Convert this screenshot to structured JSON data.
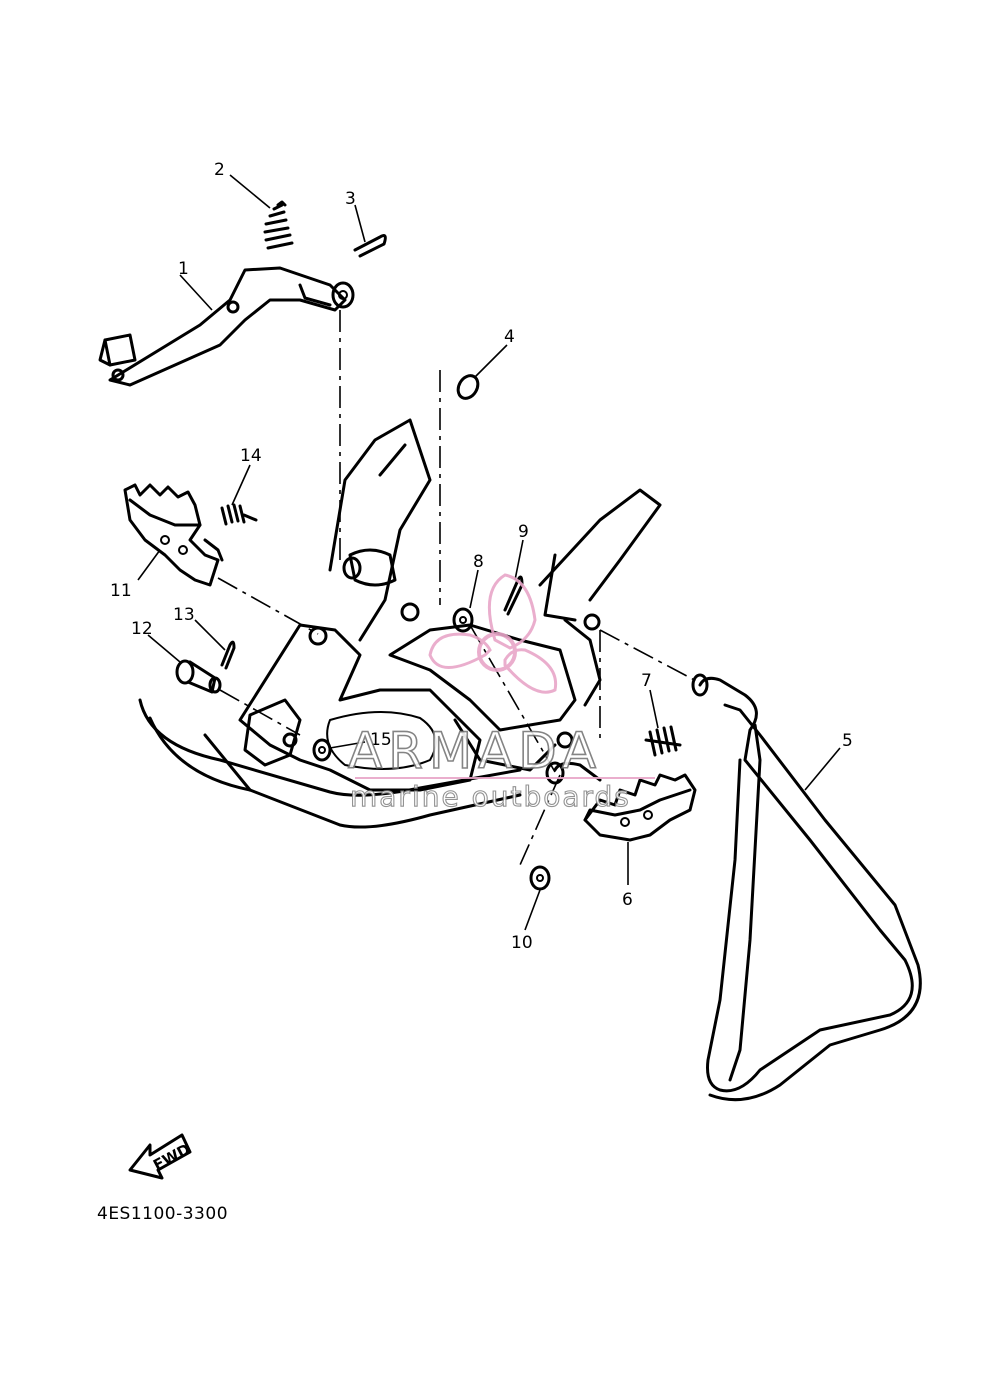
{
  "parts": [
    {
      "num": "1"
    },
    {
      "num": "2"
    },
    {
      "num": "3"
    },
    {
      "num": "4"
    },
    {
      "num": "5"
    },
    {
      "num": "6"
    },
    {
      "num": "7"
    },
    {
      "num": "8"
    },
    {
      "num": "9"
    },
    {
      "num": "10"
    },
    {
      "num": "11"
    },
    {
      "num": "12"
    },
    {
      "num": "13"
    },
    {
      "num": "14"
    },
    {
      "num": "15"
    }
  ],
  "fwd_label": "FWD",
  "diagram_code": "4ES1100-3300",
  "watermark": {
    "title": "ARMADA",
    "subtitle": "marine outboards",
    "color": "#e8a6c8"
  }
}
